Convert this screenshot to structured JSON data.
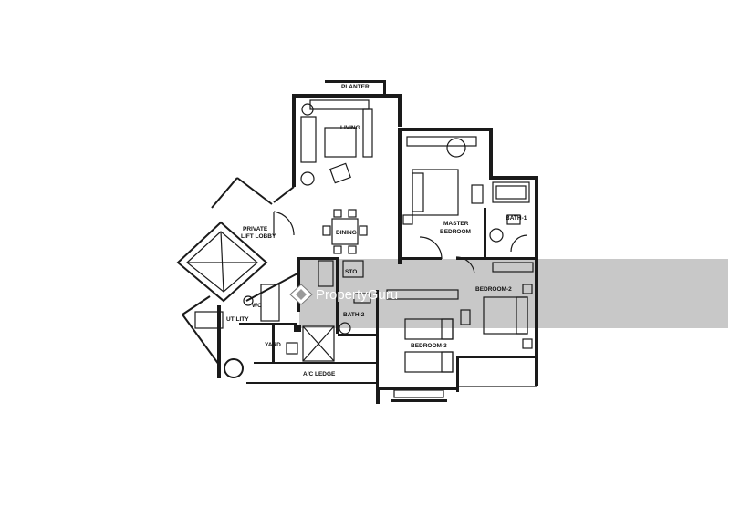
{
  "labels": {
    "planter": "PLANTER",
    "living": "LIVING",
    "private_lift_lobby_1": "PRIVATE",
    "private_lift_lobby_2": "LIFT LOBBY",
    "dining": "DINING",
    "master_bedroom_1": "MASTER",
    "master_bedroom_2": "BEDROOM",
    "bath_1": "BATH-1",
    "sto": "STO.",
    "wc": "WC",
    "utility": "UTILITY",
    "bath_2": "BATH-2",
    "bedroom_2": "BEDROOM-2",
    "bedroom_3": "BEDROOM-3",
    "yard": "YARD",
    "ac_ledge": "A/C LEDGE"
  },
  "watermark": {
    "text": "PropertyGuru"
  },
  "colors": {
    "walls": "#1a1a1a",
    "watermark_band": "#9a9a9a",
    "background": "#ffffff"
  }
}
